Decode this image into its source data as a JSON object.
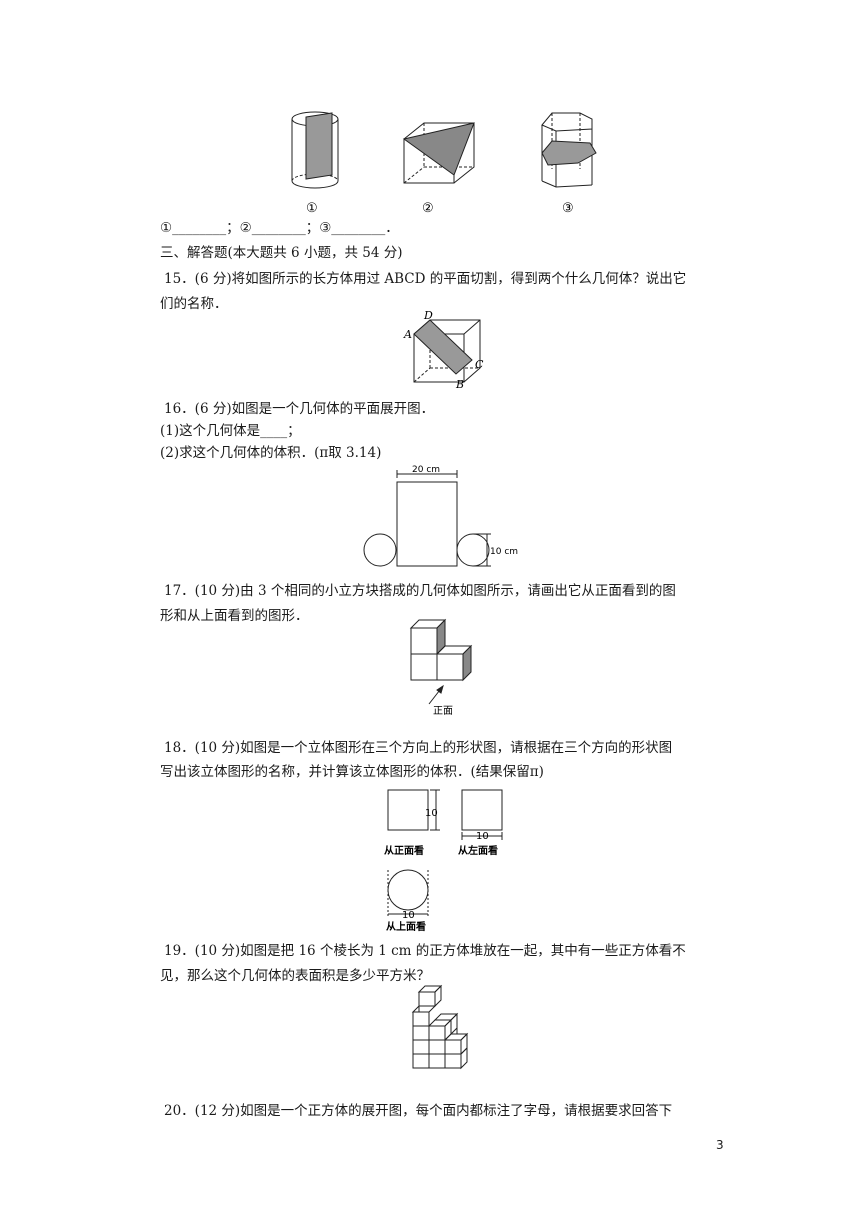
{
  "top_figures": {
    "labels": [
      "①",
      "②",
      "③"
    ]
  },
  "q14_answer_line": "①________；②________；③________．",
  "section_title": "三、解答题(本大题共 6 小题，共 54 分)",
  "q15": {
    "line1": "15．(6 分)将如图所示的长方体用过 ABCD 的平面切割，得到两个什么几何体？说出它",
    "line2": "们的名称．",
    "labels": {
      "A": "A",
      "B": "B",
      "C": "C",
      "D": "D"
    }
  },
  "q16": {
    "line1": "16．(6 分)如图是一个几何体的平面展开图．",
    "line2": "(1)这个几何体是____；",
    "line3": "(2)求这个几何体的体积．(π取 3.14)",
    "width_label": "20 cm",
    "height_label": "10 cm"
  },
  "q17": {
    "line1": "17．(10 分)由 3 个相同的小立方块搭成的几何体如图所示，请画出它从正面看到的图",
    "line2": "形和从上面看到的图形．",
    "front_label": "正面"
  },
  "q18": {
    "line1": "18．(10 分)如图是一个立体图形在三个方向上的形状图，请根据在三个方向的形状图",
    "line2": "写出该立体图形的名称，并计算该立体图形的体积．(结果保留π)",
    "dim": "10",
    "front_view": "从正面看",
    "left_view": "从左面看",
    "top_view": "从上面看"
  },
  "q19": {
    "line1": "19．(10 分)如图是把 16 个棱长为 1 cm 的正方体堆放在一起，其中有一些正方体看不",
    "line2": "见，那么这个几何体的表面积是多少平方米？"
  },
  "q20": {
    "line1": "20．(12 分)如图是一个正方体的展开图，每个面内都标注了字母，请根据要求回答下"
  },
  "page_number": "3"
}
